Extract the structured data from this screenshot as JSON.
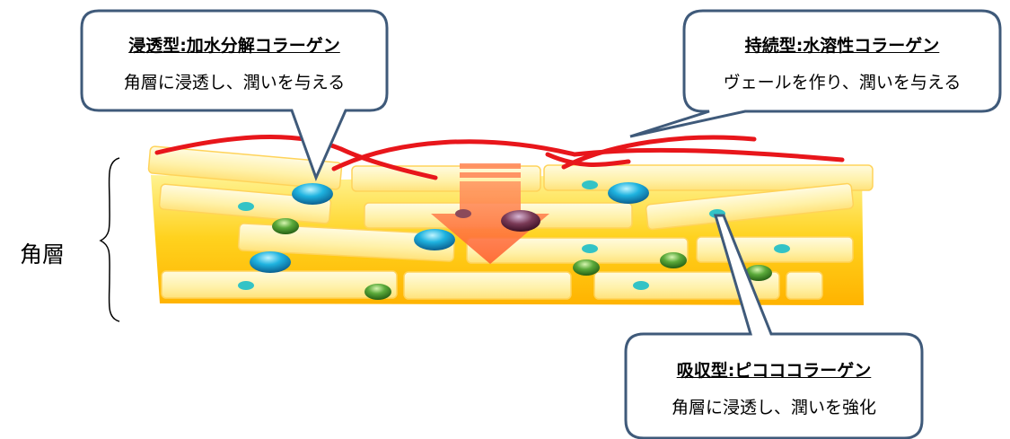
{
  "left_label": "角層",
  "callouts": [
    {
      "title": "浸透型:加水分解コラーゲン",
      "desc": "角層に浸透し、潤いを与える"
    },
    {
      "title": "持続型:水溶性コラーゲン",
      "desc": "ヴェールを作り、潤いを与える"
    },
    {
      "title": "吸収型:ピコココラーゲン",
      "desc": "角層に浸透し、潤いを強化"
    }
  ],
  "colors": {
    "callout_border": "#3f5a7a",
    "band": "#ffd21e",
    "cell_fill": "#fff3b0",
    "veil": "#e8161b",
    "large_molecule": "#1aa7d6",
    "medium_molecule": "#4a9a2c",
    "small_molecule": "#33c3c6",
    "arrow": "#ff7a44"
  },
  "icons": [
    "brace-icon",
    "down-arrow-icon",
    "molecule-icon"
  ]
}
